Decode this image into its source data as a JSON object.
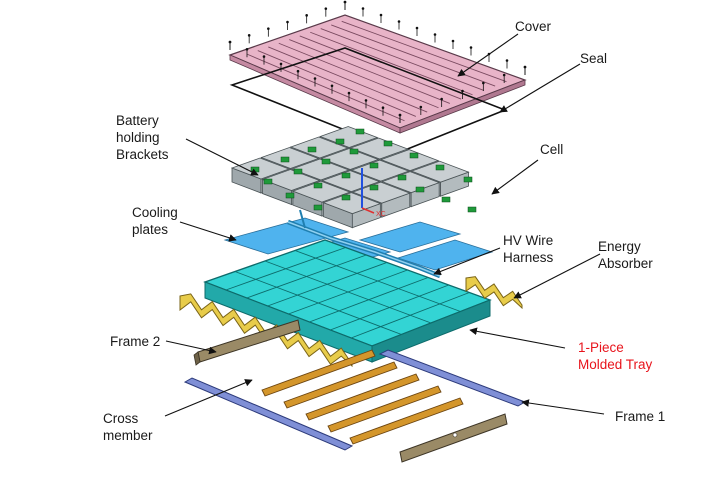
{
  "labels": {
    "cover": "Cover",
    "seal": "Seal",
    "battery_brackets": "Battery\nholding\nBrackets",
    "cell": "Cell",
    "cooling_plates": "Cooling\nplates",
    "hv_wire_harness": "HV Wire\nHarness",
    "energy_absorber": "Energy\nAbsorber",
    "frame_2": "Frame 2",
    "molded_tray": "1-Piece\nMolded Tray",
    "cross_member": "Cross\nmember",
    "frame_1": "Frame 1"
  },
  "axis_marker": "XC",
  "colors": {
    "cover": "#e8b4c8",
    "cell": "#c9cfd2",
    "bracket": "#1f9a3a",
    "cooling_plate": "#4fb3ee",
    "tray": "#33d4d4",
    "energy_absorber": "#e8cc4a",
    "frame": "#8c7a55",
    "cross_member": "#d4962b",
    "frame_1": "#7f8fd6",
    "highlight": "#e8141c"
  }
}
